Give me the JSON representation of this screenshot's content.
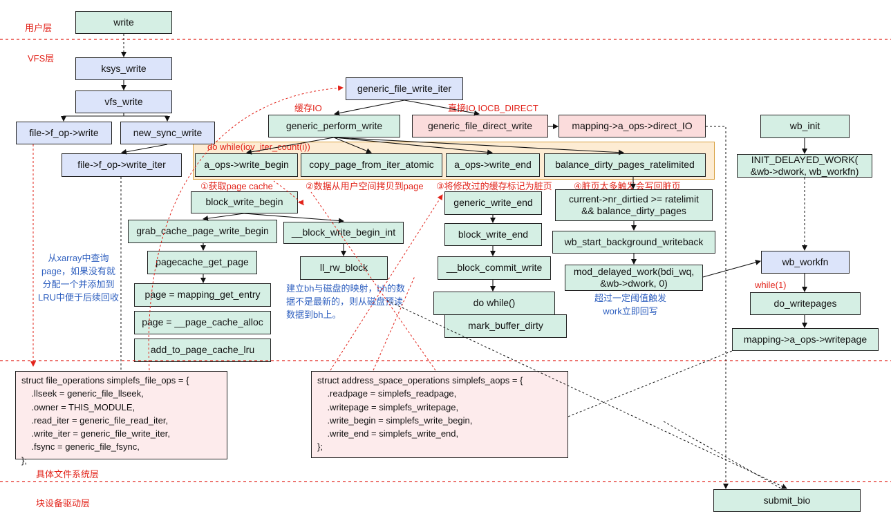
{
  "layers": {
    "user": "用户层",
    "vfs": "VFS层",
    "fs": "具体文件系统层",
    "block": "块设备驱动层"
  },
  "nodes": {
    "write": "write",
    "ksys_write": "ksys_write",
    "vfs_write": "vfs_write",
    "file_fop_write": "file->f_op->write",
    "new_sync_write": "new_sync_write",
    "file_fop_write_iter": "file->f_op->write_iter",
    "generic_file_write_iter": "generic_file_write_iter",
    "generic_perform_write": "generic_perform_write",
    "generic_file_direct_write": "generic_file_direct_write",
    "mapping_direct_io": "mapping->a_ops->direct_IO",
    "a_ops_write_begin": "a_ops->write_begin",
    "copy_page_from_iter_atomic": "copy_page_from_iter_atomic",
    "a_ops_write_end": "a_ops->write_end",
    "balance_dirty_pages_ratelimited": "balance_dirty_pages_ratelimited",
    "block_write_begin": "block_write_begin",
    "grab_cache_page_write_begin": "grab_cache_page_write_begin",
    "block_write_begin_int": "__block_write_begin_int",
    "pagecache_get_page": "pagecache_get_page",
    "ll_rw_block": "ll_rw_block",
    "mapping_get_entry": "page = mapping_get_entry",
    "page_cache_alloc": "page = __page_cache_alloc",
    "add_to_page_cache_lru": "add_to_page_cache_lru",
    "generic_write_end": "generic_write_end",
    "block_write_end": "block_write_end",
    "block_commit_write": "__block_commit_write",
    "do_while": "do while()",
    "mark_buffer_dirty": "mark_buffer_dirty",
    "current_nr_dirtied": "current->nr_dirtied >= ratelimit\n&& balance_dirty_pages",
    "wb_start_background_writeback": "wb_start_background_writeback",
    "mod_delayed_work": "mod_delayed_work(bdi_wq,\n&wb->dwork, 0)",
    "wb_init": "wb_init",
    "init_delayed_work": "INIT_DELAYED_WORK(\n&wb->dwork, wb_workfn)",
    "wb_workfn": "wb_workfn",
    "do_writepages": "do_writepages",
    "mapping_writepage": "mapping->a_ops->writepage",
    "submit_bio": "submit_bio"
  },
  "labels": {
    "buffered_io": "缓存IO",
    "direct_io": "直接IO   IOCB_DIRECT",
    "do_while_iov": "do while(iov_iter_count(i))",
    "step1": "①获取page cache",
    "step2": "②数据从用户空间拷贝到page",
    "step3": "③将修改过的缓存标记为脏页",
    "step4": "④脏页太多触发会写回脏页",
    "while1": "while(1)"
  },
  "notes": {
    "xarray": "从xarray中查询\npage，如果没有就\n分配一个并添加到\nLRU中便于后续回收",
    "bh": "建立bh与磁盘的映射，bh的数\n据不是最新的，则从磁盘预读\n数据到bh上。",
    "writeback": "超过一定阈值触发\nwork立即回写"
  },
  "code": {
    "file_ops": "struct file_operations simplefs_file_ops = {\n    .llseek = generic_file_llseek,\n    .owner = THIS_MODULE,\n    .read_iter = generic_file_read_iter,\n    .write_iter = generic_file_write_iter,\n    .fsync = generic_file_fsync,\n};",
    "aops": "struct address_space_operations simplefs_aops = {\n    .readpage = simplefs_readpage,\n    .writepage = simplefs_writepage,\n    .write_begin = simplefs_write_begin,\n    .write_end = simplefs_write_end,\n};"
  },
  "colors": {
    "green_box": "#d5efe4",
    "blue_box": "#dce4fa",
    "red_box": "#fbdcdc",
    "loop_frame": "#fdecd3",
    "layer_line": "#e2231a",
    "label_red": "#e2231a",
    "note_blue": "#2e5fbf"
  }
}
